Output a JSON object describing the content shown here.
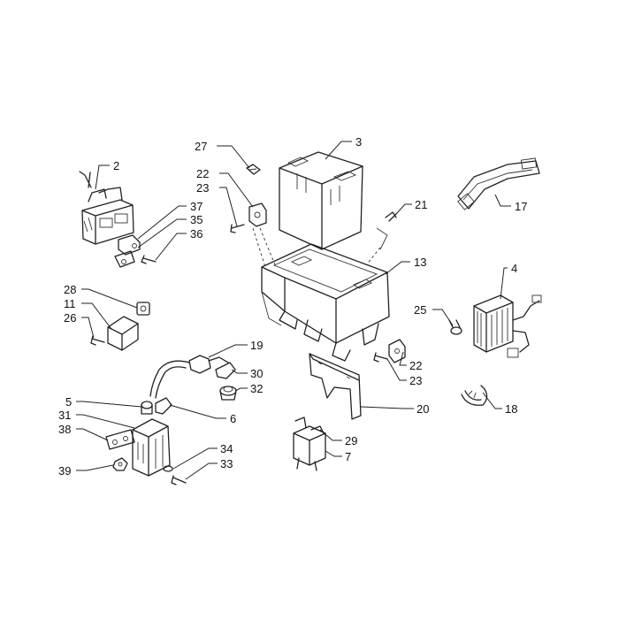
{
  "callouts": {
    "c2": "2",
    "c3": "3",
    "c4": "4",
    "c5": "5",
    "c6": "6",
    "c7": "7",
    "c11": "11",
    "c13": "13",
    "c17": "17",
    "c18": "18",
    "c19": "19",
    "c20": "20",
    "c21": "21",
    "c22": "22",
    "c23": "23",
    "c25": "25",
    "c26": "26",
    "c27": "27",
    "c28": "28",
    "c29": "29",
    "c30": "30",
    "c31": "31",
    "c32": "32",
    "c33": "33",
    "c34": "34",
    "c35": "35",
    "c36": "36",
    "c37": "37",
    "c38": "38",
    "c39": "39"
  },
  "colors": {
    "background": "#ffffff",
    "line": "#222222"
  }
}
